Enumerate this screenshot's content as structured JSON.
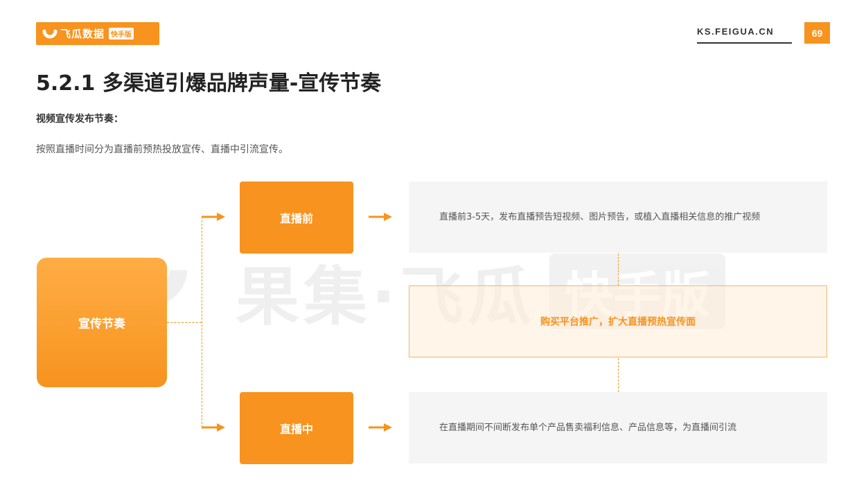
{
  "header": {
    "logo_name": "飞瓜数据",
    "logo_badge": "快手版",
    "site_url": "KS.FEIGUA.CN",
    "page_number": "69"
  },
  "page_title": "5.2.1 多渠道引爆品牌声量-宣传节奏",
  "sub_heading": "视频宣传发布节奏：",
  "intro_text": "按照直播时间分为直播前预热投放宣传、直播中引流宣传。",
  "watermark": {
    "text": "果集·飞瓜",
    "badge": "快手版"
  },
  "diagram": {
    "main_label": "宣传节奏",
    "stage_before": {
      "label": "直播前",
      "description": "直播前3-5天，发布直播预告短视频、图片预告，或植入直播相关信息的推广视频"
    },
    "promo": {
      "label": "购买平台推广，扩大直播预热宣传面"
    },
    "stage_during": {
      "label": "直播中",
      "description": "在直播期间不间断发布单个产品售卖福利信息、产品信息等，为直播间引流"
    }
  },
  "colors": {
    "accent": "#f7931e",
    "box_gray": "#f5f5f5",
    "title_text": "#222222"
  }
}
